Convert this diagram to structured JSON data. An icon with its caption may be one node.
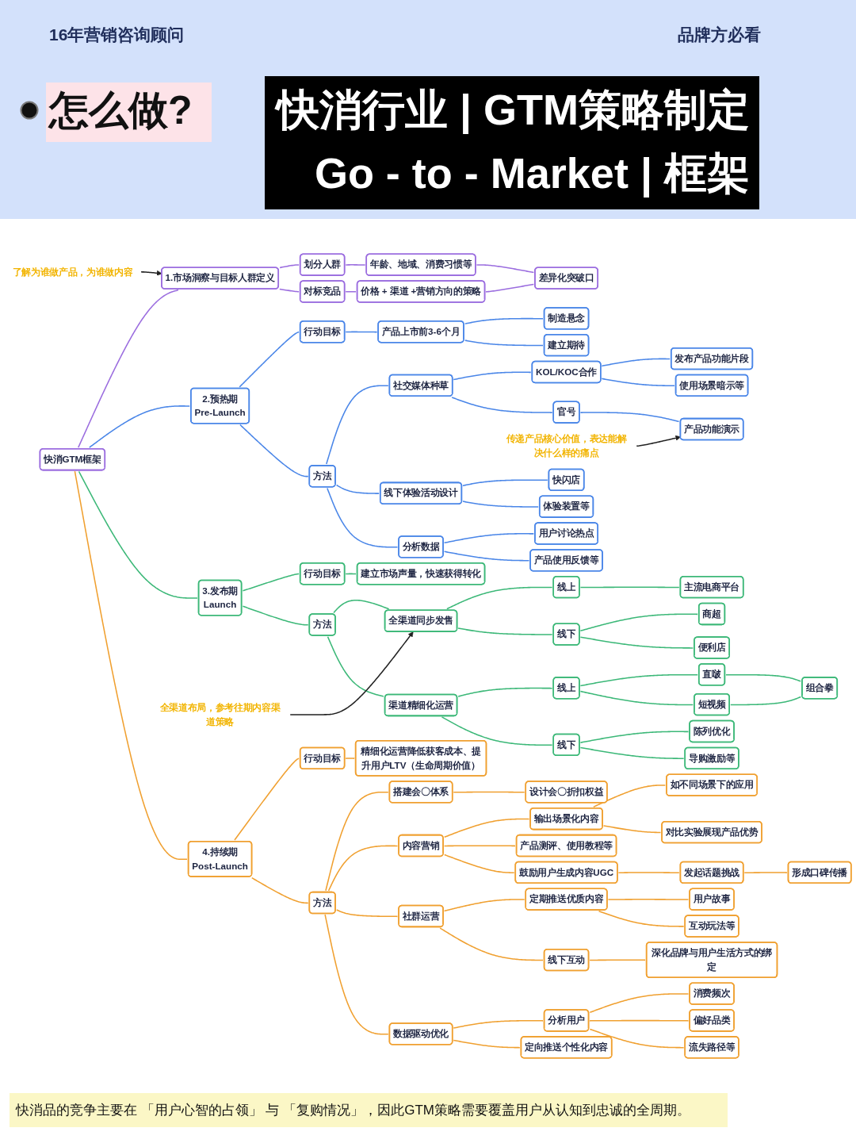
{
  "diagram": {
    "title": "快消行业 | GTM策略制定 Go - to - Market | 框架",
    "caption": "快消品的竞争主要在 「用户心智的占领」 与 「复购情况」，因此GTM策略需要覆盖用户从认知到忠诚的全周期。",
    "labels": [
      "16年营销咨询顾问",
      "品牌方必看",
      "怎么做?"
    ],
    "nodes": [
      {
        "text": [
          "快消GTM框架"
        ]
      },
      {
        "text": [
          "1.市场洞察与目标人群定义"
        ]
      },
      {
        "text": [
          "划分人群"
        ]
      },
      {
        "text": [
          "年龄、地域、消费习惯等"
        ]
      },
      {
        "text": [
          "对标竞品"
        ]
      },
      {
        "text": [
          "价格 + 渠道 +营销方向的策略"
        ]
      },
      {
        "text": [
          "差异化突破口"
        ]
      },
      {
        "text": [
          "了解为谁做产品，为谁做内容"
        ]
      },
      {
        "text": [
          "2.预热期",
          "Pre-Launch"
        ]
      },
      {
        "text": [
          "行动目标"
        ]
      },
      {
        "text": [
          "产品上市前3-6个月"
        ]
      },
      {
        "text": [
          "制造悬念"
        ]
      },
      {
        "text": [
          "建立期待"
        ]
      },
      {
        "text": [
          "方法"
        ]
      },
      {
        "text": [
          "社交媒体种草"
        ]
      },
      {
        "text": [
          "KOL/KOC合作"
        ]
      },
      {
        "text": [
          "发布产品功能片段"
        ]
      },
      {
        "text": [
          "使用场景暗示等"
        ]
      },
      {
        "text": [
          "官号"
        ]
      },
      {
        "text": [
          "产品功能演示"
        ]
      },
      {
        "text": [
          "传递产品核心价值，表达能解决什么样的痛点"
        ]
      },
      {
        "text": [
          "线下体验活动设计"
        ]
      },
      {
        "text": [
          "快闪店"
        ]
      },
      {
        "text": [
          "体验装置等"
        ]
      },
      {
        "text": [
          "分析数据"
        ]
      },
      {
        "text": [
          "用户讨论热点"
        ]
      },
      {
        "text": [
          "产品使用反馈等"
        ]
      },
      {
        "text": [
          "3.发布期",
          "Launch"
        ]
      },
      {
        "text": [
          "行动目标"
        ]
      },
      {
        "text": [
          "建立市场声量，快速获得转化"
        ]
      },
      {
        "text": [
          "方法"
        ]
      },
      {
        "text": [
          "全渠道同步发售"
        ]
      },
      {
        "text": [
          "线上"
        ]
      },
      {
        "text": [
          "主流电商平台"
        ]
      },
      {
        "text": [
          "线下"
        ]
      },
      {
        "text": [
          "商超"
        ]
      },
      {
        "text": [
          "便利店"
        ]
      },
      {
        "text": [
          "渠道精细化运营"
        ]
      },
      {
        "text": [
          "线上"
        ]
      },
      {
        "text": [
          "直啵"
        ]
      },
      {
        "text": [
          "短视频"
        ]
      },
      {
        "text": [
          "组合拳"
        ]
      },
      {
        "text": [
          "线下"
        ]
      },
      {
        "text": [
          "陈列优化"
        ]
      },
      {
        "text": [
          "导购激励等"
        ]
      },
      {
        "text": [
          "全渠道布局，参考往期内容渠道策略"
        ]
      },
      {
        "text": [
          "4.持续期",
          "Post-Launch"
        ]
      },
      {
        "text": [
          "行动目标"
        ]
      },
      {
        "text": [
          "精细化运营降低获客成本、提升用户LTV（生命周期价值）"
        ]
      },
      {
        "text": [
          "方法"
        ]
      },
      {
        "text": [
          "搭建会〇体系"
        ]
      },
      {
        "text": [
          "设计会〇折扣权益"
        ]
      },
      {
        "text": [
          "内容营销"
        ]
      },
      {
        "text": [
          "输出场景化内容"
        ]
      },
      {
        "text": [
          "如不同场景下的应用"
        ]
      },
      {
        "text": [
          "对比实验展现产品优势"
        ]
      },
      {
        "text": [
          "产品测评、使用教程等"
        ]
      },
      {
        "text": [
          "鼓励用户生成内容UGC"
        ]
      },
      {
        "text": [
          "发起话题挑战"
        ]
      },
      {
        "text": [
          "形成口碑传播"
        ]
      },
      {
        "text": [
          "社群运营"
        ]
      },
      {
        "text": [
          "定期推送优质内容"
        ]
      },
      {
        "text": [
          "用户故事"
        ]
      },
      {
        "text": [
          "互动玩法等"
        ]
      },
      {
        "text": [
          "线下互动"
        ]
      },
      {
        "text": [
          "深化品牌与用户生活方式的绑定"
        ]
      },
      {
        "text": [
          "数据驱动优化"
        ]
      },
      {
        "text": [
          "分析用户"
        ]
      },
      {
        "text": [
          "消费频次"
        ]
      },
      {
        "text": [
          "偏好品类"
        ]
      },
      {
        "text": [
          "流失路径等"
        ]
      },
      {
        "text": [
          "定向推送个性化内容"
        ]
      }
    ],
    "edges": [
      {
        "from": 0,
        "to": 1,
        "arrow": "none",
        "color": "#9b6ddf"
      },
      {
        "from": 1,
        "to": 2,
        "arrow": "none",
        "color": "#9b6ddf"
      },
      {
        "from": 2,
        "to": 3,
        "arrow": "none",
        "color": "#9b6ddf"
      },
      {
        "from": 1,
        "to": 4,
        "arrow": "none",
        "color": "#9b6ddf"
      },
      {
        "from": 4,
        "to": 5,
        "arrow": "none",
        "color": "#9b6ddf"
      },
      {
        "from": 3,
        "to": 6,
        "arrow": "none",
        "color": "#9b6ddf"
      },
      {
        "from": 5,
        "to": 6,
        "arrow": "none",
        "color": "#9b6ddf"
      },
      {
        "from": 7,
        "to": 1,
        "arrow": "to",
        "color": "#222222"
      },
      {
        "from": 0,
        "to": 8,
        "arrow": "none",
        "color": "#4a86e8"
      },
      {
        "from": 8,
        "to": 9,
        "arrow": "none",
        "color": "#4a86e8"
      },
      {
        "from": 9,
        "to": 10,
        "arrow": "none",
        "color": "#4a86e8"
      },
      {
        "from": 10,
        "to": 11,
        "arrow": "none",
        "color": "#4a86e8"
      },
      {
        "from": 10,
        "to": 12,
        "arrow": "none",
        "color": "#4a86e8"
      },
      {
        "from": 8,
        "to": 13,
        "arrow": "none",
        "color": "#4a86e8"
      },
      {
        "from": 13,
        "to": 14,
        "arrow": "none",
        "color": "#4a86e8"
      },
      {
        "from": 14,
        "to": 15,
        "arrow": "none",
        "color": "#4a86e8"
      },
      {
        "from": 15,
        "to": 16,
        "arrow": "none",
        "color": "#4a86e8"
      },
      {
        "from": 15,
        "to": 17,
        "arrow": "none",
        "color": "#4a86e8"
      },
      {
        "from": 14,
        "to": 18,
        "arrow": "none",
        "color": "#4a86e8"
      },
      {
        "from": 18,
        "to": 19,
        "arrow": "none",
        "color": "#4a86e8"
      },
      {
        "from": 20,
        "to": 19,
        "arrow": "to",
        "color": "#222222"
      },
      {
        "from": 13,
        "to": 21,
        "arrow": "none",
        "color": "#4a86e8"
      },
      {
        "from": 21,
        "to": 22,
        "arrow": "none",
        "color": "#4a86e8"
      },
      {
        "from": 21,
        "to": 23,
        "arrow": "none",
        "color": "#4a86e8"
      },
      {
        "from": 13,
        "to": 24,
        "arrow": "none",
        "color": "#4a86e8"
      },
      {
        "from": 24,
        "to": 25,
        "arrow": "none",
        "color": "#4a86e8"
      },
      {
        "from": 24,
        "to": 26,
        "arrow": "none",
        "color": "#4a86e8"
      },
      {
        "from": 0,
        "to": 27,
        "arrow": "none",
        "color": "#3cb878"
      },
      {
        "from": 27,
        "to": 28,
        "arrow": "none",
        "color": "#3cb878"
      },
      {
        "from": 28,
        "to": 29,
        "arrow": "none",
        "color": "#3cb878"
      },
      {
        "from": 27,
        "to": 30,
        "arrow": "none",
        "color": "#3cb878"
      },
      {
        "from": 30,
        "to": 31,
        "arrow": "none",
        "color": "#3cb878"
      },
      {
        "from": 31,
        "to": 32,
        "arrow": "none",
        "color": "#3cb878"
      },
      {
        "from": 32,
        "to": 33,
        "arrow": "none",
        "color": "#3cb878"
      },
      {
        "from": 31,
        "to": 34,
        "arrow": "none",
        "color": "#3cb878"
      },
      {
        "from": 34,
        "to": 35,
        "arrow": "none",
        "color": "#3cb878"
      },
      {
        "from": 34,
        "to": 36,
        "arrow": "none",
        "color": "#3cb878"
      },
      {
        "from": 30,
        "to": 37,
        "arrow": "none",
        "color": "#3cb878"
      },
      {
        "from": 37,
        "to": 38,
        "arrow": "none",
        "color": "#3cb878"
      },
      {
        "from": 38,
        "to": 39,
        "arrow": "none",
        "color": "#3cb878"
      },
      {
        "from": 38,
        "to": 40,
        "arrow": "none",
        "color": "#3cb878"
      },
      {
        "from": 39,
        "to": 41,
        "arrow": "none",
        "color": "#3cb878"
      },
      {
        "from": 40,
        "to": 41,
        "arrow": "none",
        "color": "#3cb878"
      },
      {
        "from": 37,
        "to": 42,
        "arrow": "none",
        "color": "#3cb878"
      },
      {
        "from": 42,
        "to": 43,
        "arrow": "none",
        "color": "#3cb878"
      },
      {
        "from": 42,
        "to": 44,
        "arrow": "none",
        "color": "#3cb878"
      },
      {
        "from": 45,
        "to": 31,
        "arrow": "to",
        "color": "#222222"
      },
      {
        "from": 0,
        "to": 46,
        "arrow": "none"
      },
      {
        "from": 46,
        "to": 47,
        "arrow": "none"
      },
      {
        "from": 47,
        "to": 48,
        "arrow": "none"
      },
      {
        "from": 46,
        "to": 49,
        "arrow": "none"
      },
      {
        "from": 49,
        "to": 50,
        "arrow": "none"
      },
      {
        "from": 50,
        "to": 51,
        "arrow": "none"
      },
      {
        "from": 49,
        "to": 52,
        "arrow": "none"
      },
      {
        "from": 52,
        "to": 53,
        "arrow": "none"
      },
      {
        "from": 53,
        "to": 54,
        "arrow": "none"
      },
      {
        "from": 53,
        "to": 55,
        "arrow": "none"
      },
      {
        "from": 52,
        "to": 56,
        "arrow": "none"
      },
      {
        "from": 52,
        "to": 57,
        "arrow": "none"
      },
      {
        "from": 57,
        "to": 58,
        "arrow": "none"
      },
      {
        "from": 58,
        "to": 59,
        "arrow": "none"
      },
      {
        "from": 49,
        "to": 60,
        "arrow": "none"
      },
      {
        "from": 60,
        "to": 61,
        "arrow": "none"
      },
      {
        "from": 61,
        "to": 62,
        "arrow": "none"
      },
      {
        "from": 61,
        "to": 63,
        "arrow": "none"
      },
      {
        "from": 60,
        "to": 64,
        "arrow": "none"
      },
      {
        "from": 64,
        "to": 65,
        "arrow": "none"
      },
      {
        "from": 49,
        "to": 66,
        "arrow": "none"
      },
      {
        "from": 66,
        "to": 67,
        "arrow": "none"
      },
      {
        "from": 67,
        "to": 68,
        "arrow": "none"
      },
      {
        "from": 67,
        "to": 69,
        "arrow": "none"
      },
      {
        "from": 67,
        "to": 70,
        "arrow": "none"
      },
      {
        "from": 66,
        "to": 71,
        "arrow": "none"
      }
    ]
  }
}
